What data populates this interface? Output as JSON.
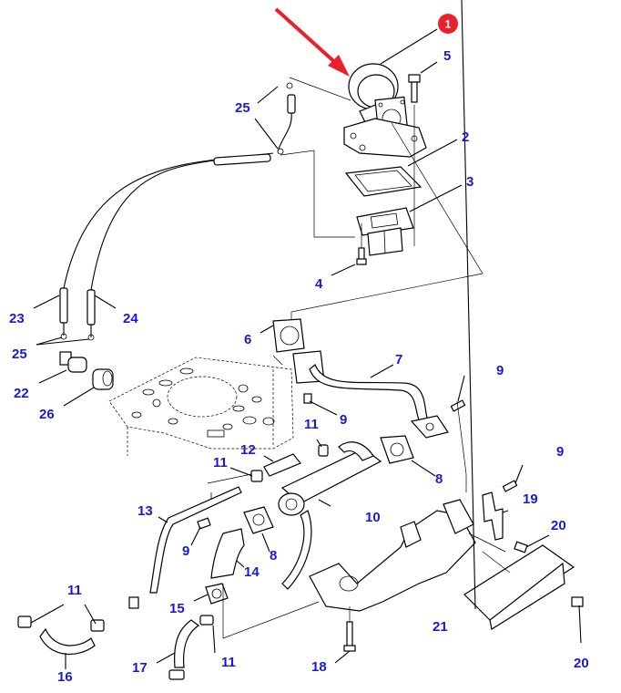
{
  "diagram": {
    "title": "EGR valve and cooler assembly exploded parts diagram",
    "highlighted_part": "1",
    "colors": {
      "label": "#1a1ad6",
      "highlight_badge": "#e8222a",
      "arrow": "#e8222a",
      "line": "#000000",
      "background": "#ffffff"
    },
    "labels": {
      "p1": "1",
      "p2": "2",
      "p3": "3",
      "p4": "4",
      "p5": "5",
      "p6": "6",
      "p7": "7",
      "p8a": "8",
      "p8b": "8",
      "p9a": "9",
      "p9b": "9",
      "p9c": "9",
      "p9d": "9",
      "p10": "10",
      "p11a": "11",
      "p11b": "11",
      "p11c": "11",
      "p11d": "11",
      "p12": "12",
      "p13": "13",
      "p14": "14",
      "p15": "15",
      "p16": "16",
      "p17": "17",
      "p18": "18",
      "p19": "19",
      "p20a": "20",
      "p20b": "20",
      "p21": "21",
      "p22": "22",
      "p23": "23",
      "p24": "24",
      "p25a": "25",
      "p25b": "25",
      "p26": "26"
    },
    "parts": [
      {
        "id": "1",
        "name": "egr-valve"
      },
      {
        "id": "2",
        "name": "gasket"
      },
      {
        "id": "3",
        "name": "reed-valve"
      },
      {
        "id": "4",
        "name": "bolt"
      },
      {
        "id": "5",
        "name": "bolt"
      },
      {
        "id": "6",
        "name": "gasket"
      },
      {
        "id": "7",
        "name": "egr-pipe"
      },
      {
        "id": "8",
        "name": "gasket"
      },
      {
        "id": "9",
        "name": "bolt"
      },
      {
        "id": "10",
        "name": "egr-cooler"
      },
      {
        "id": "11",
        "name": "hose-clamp"
      },
      {
        "id": "12",
        "name": "hose"
      },
      {
        "id": "13",
        "name": "water-pipe"
      },
      {
        "id": "14",
        "name": "elbow-pipe"
      },
      {
        "id": "15",
        "name": "gasket"
      },
      {
        "id": "16",
        "name": "hose"
      },
      {
        "id": "17",
        "name": "hose"
      },
      {
        "id": "18",
        "name": "stud-bolt"
      },
      {
        "id": "19",
        "name": "bracket"
      },
      {
        "id": "20",
        "name": "bolt"
      },
      {
        "id": "21",
        "name": "heat-shield"
      },
      {
        "id": "22",
        "name": "vacuum-connector"
      },
      {
        "id": "23",
        "name": "vacuum-hose"
      },
      {
        "id": "24",
        "name": "vacuum-hose"
      },
      {
        "id": "25",
        "name": "hose-clip"
      },
      {
        "id": "26",
        "name": "filter"
      }
    ]
  }
}
